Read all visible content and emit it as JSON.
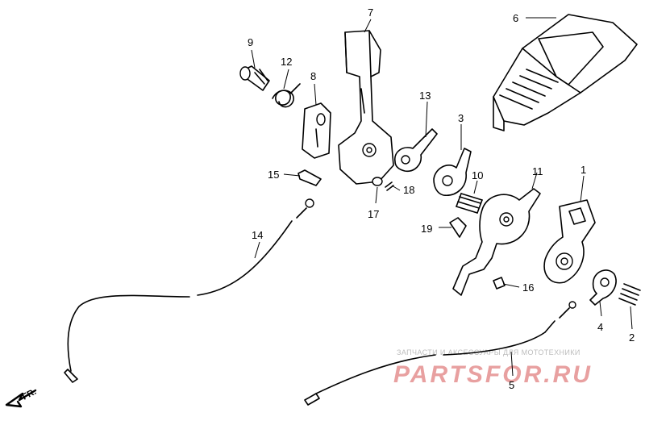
{
  "diagram": {
    "callouts": [
      {
        "label": "1"
      },
      {
        "label": "2"
      },
      {
        "label": "3"
      },
      {
        "label": "4"
      },
      {
        "label": "5"
      },
      {
        "label": "6"
      },
      {
        "label": "7"
      },
      {
        "label": "8"
      },
      {
        "label": "9"
      },
      {
        "label": "10"
      },
      {
        "label": "11"
      },
      {
        "label": "12"
      },
      {
        "label": "13"
      },
      {
        "label": "14"
      },
      {
        "label": "15"
      },
      {
        "label": "16"
      },
      {
        "label": "17"
      },
      {
        "label": "18"
      },
      {
        "label": "19"
      }
    ],
    "direction_label": "FR.",
    "watermark": {
      "tagline": "ЗАПЧАСТИ И АКСЕССУАРЫ ДЛЯ МОТОТЕХНИКИ",
      "logo": "PARTSFOR.RU"
    }
  }
}
